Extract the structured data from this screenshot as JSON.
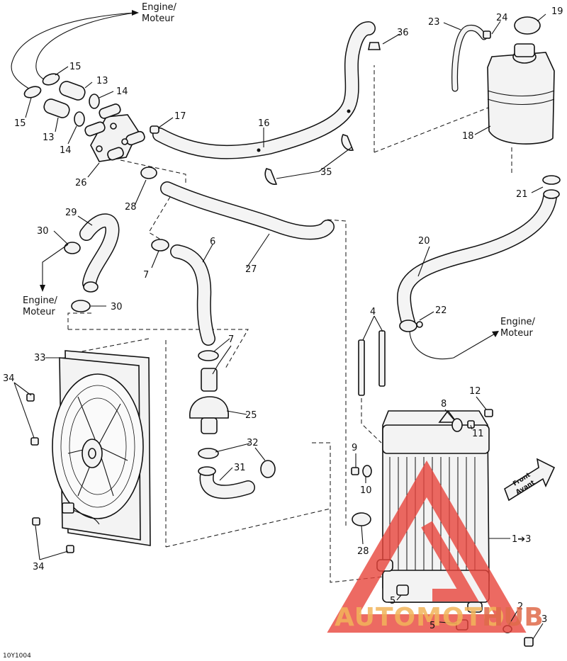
{
  "callouts": {
    "n1": "1",
    "n1_arrow": "1➔3",
    "n2": "2",
    "n3": "3",
    "n4": "4",
    "n5": "5",
    "n6": "6",
    "n7": "7",
    "n8": "8",
    "n9": "9",
    "n10": "10",
    "n11": "11",
    "n12": "12",
    "n13": "13",
    "n14": "14",
    "n15": "15",
    "n16": "16",
    "n17": "17",
    "n18": "18",
    "n19": "19",
    "n20": "20",
    "n21": "21",
    "n22": "22",
    "n23": "23",
    "n24": "24",
    "n25": "25",
    "n26": "26",
    "n27": "27",
    "n28": "28",
    "n29": "29",
    "n30": "30",
    "n31": "31",
    "n32": "32",
    "n33": "33",
    "n34": "34",
    "n35": "35",
    "n36": "36"
  },
  "engine_label": {
    "line1": "Engine/",
    "line2": "Moteur"
  },
  "front_label": {
    "line1": "Front",
    "line2": "Avant"
  },
  "drawing_code": "10Y1004",
  "watermark": {
    "text_a": "AUTOMOTO",
    "text_b": "HUB",
    "color_a": "#f2b55a",
    "color_b": "#e06a4a"
  }
}
